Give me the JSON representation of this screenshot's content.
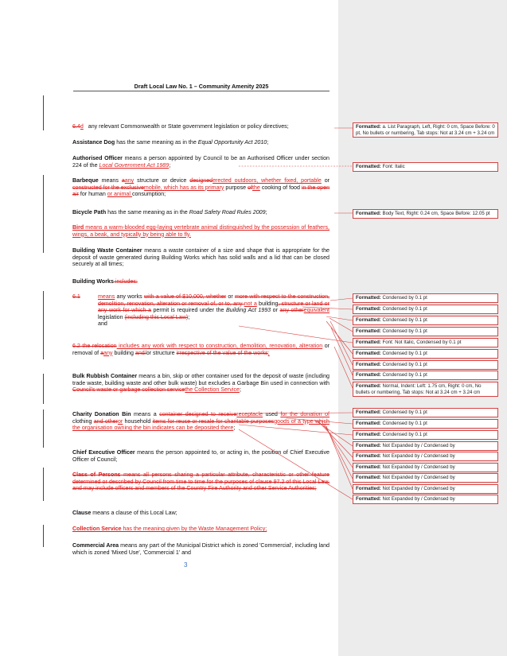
{
  "document": {
    "header": "Draft Local Law No. 1 – Community Amenity 2025",
    "page_number": "3"
  },
  "paragraphs": {
    "p1": {
      "num_del": "6.4",
      "num_ins": "d",
      "text": "any relevant Commonwealth or State government legislation or policy directives;"
    },
    "p2": {
      "term": "Assistance Dog",
      "text": " has the same meaning as in the ",
      "act": "Equal Opportunity Act 2010",
      "end": ";"
    },
    "p3": {
      "term": "Authorised Officer",
      "text": " means a person appointed by Council to be an Authorised Officer under section 224 of the ",
      "act": "Local Government Act 1989",
      "end": ";"
    },
    "p4": {
      "term": "Barbeque",
      "a": " means ",
      "d1": "a",
      "i1": "any",
      "b": " structure or device ",
      "d2": "designed",
      "i2": "erected outdoors, whether fixed, portable",
      "c": " or ",
      "d3": "constructed for the exclusive",
      "i3": "mobile, which has as its primary",
      "d": " purpose ",
      "d4": "of",
      "i4": "the",
      "e": " cooking of food ",
      "d5": "in the open air",
      "f": " for human ",
      "i5": "or animal ",
      "g": "consumption;"
    },
    "p5": {
      "term": "Bicycle Path",
      "text": " has the same meaning as in the ",
      "act": "Road Safety Road Rules 2009",
      "end": ";"
    },
    "p6": {
      "term": "Bird",
      "text": " means a warm-blooded egg-laying vertebrate animal distinguished by the possession of feathers, wings, a beak, and typically by being able to fly."
    },
    "p7": {
      "term": "Building Waste Container",
      "text": " means a waste container of a size and shape that is appropriate for the deposit of waste generated during Building Works which has solid walls and a lid that can be closed securely at all times;"
    },
    "p8": {
      "term": "Building Works",
      "del": " includes:"
    },
    "p9": {
      "num": "6.1",
      "i1": "means",
      "a": " any works ",
      "d1": "with a value of $10,000, whether",
      "b": " or ",
      "d2": "more with respect to the construction, demolition, renovation, alteration or removal of, or to, any ",
      "i2": "not a",
      "c": " building",
      "d3": ", structure or land or any work for which a",
      "d": " permit is required under the ",
      "act": "Building Act 1993",
      "e": " or ",
      "d4": "any other",
      "i3": "equivalent",
      "f": " legislation ",
      "d5": "(including this Local Law)",
      "g": ";",
      "h": " and"
    },
    "p10": {
      "num": "6.2",
      "d1": " the relocation",
      "i1": " includes any work with respect to construction, demolition, renovation, alteration",
      "a": " or removal of ",
      "d2": "a",
      "i2": "any",
      "b": " building ",
      "d3": "and/",
      "c": "or structure ",
      "d4": "irrespective of the value of the works",
      "i3": ";"
    },
    "p11": {
      "term": "Bulk Rubbish Container",
      "text": " means a bin, skip or other container used for the deposit of waste (including trade waste, building waste and other bulk waste) but excludes a Garbage Bin used in connection with ",
      "del": "Council's waste or garbage collection service",
      "ins": "the Collection Service",
      "end": ";"
    },
    "p12": {
      "term": "Charity Donation Bin",
      "a": " means a ",
      "d1": "container designed to receive",
      "i1": "receptacle",
      "b": " used ",
      "i2": "for the donation of",
      "c": " clothing ",
      "d2": "and other",
      "i3": "or",
      "d": " household ",
      "d3": "items for reuse or resale for charitable purposes",
      "i4": "goods of a type which the organisation owning the bin indicates can be deposited there",
      "e": ";"
    },
    "p13": {
      "term": "Chief Executive Officer",
      "text": " means the person appointed to, or acting in, the position of Chief Executive Officer of Council;"
    },
    "p14": {
      "term": "Class of Persons",
      "del": " means all persons sharing a particular attribute, characteristic or other feature determined or described by Council from time to time for the purposes of clause 97.2 of this Local Law, and may include officers and members of the Country Fire Authority and other Service Authorities;"
    },
    "p15": {
      "term": "Clause",
      "text": " means a clause of this Local Law;"
    },
    "p16": {
      "term": "Collection Service",
      "text": " has the meaning given by the Waste Management Policy;"
    },
    "p17": {
      "term": "Commercial Area",
      "text": " means any part of the Municipal District which is zoned 'Commercial', including land which is zoned 'Mixed Use', 'Commercial 1' and"
    }
  },
  "comments": [
    {
      "label": "Formatted:",
      "text": " a. List Paragraph, Left, Right:  0 cm, Space Before:  0 pt,  No bullets or numbering, Tab stops: Not at  3.24 cm +  3.24 cm"
    },
    {
      "label": "Formatted:",
      "text": " Font: Italic"
    },
    {
      "label": "Formatted:",
      "text": " Body Text, Right:  0.24 cm, Space Before: 12.05 pt"
    },
    {
      "label": "Formatted:",
      "text": " Condensed by  0.1 pt"
    },
    {
      "label": "Formatted:",
      "text": " Condensed by  0.1 pt"
    },
    {
      "label": "Formatted:",
      "text": " Condensed by  0.1 pt"
    },
    {
      "label": "Formatted:",
      "text": " Condensed by  0.1 pt"
    },
    {
      "label": "Formatted:",
      "text": " Font: Not Italic, Condensed by  0.1 pt"
    },
    {
      "label": "Formatted:",
      "text": " Condensed by  0.1 pt"
    },
    {
      "label": "Formatted:",
      "text": " Condensed by  0.1 pt"
    },
    {
      "label": "Formatted:",
      "text": " Condensed by  0.1 pt"
    },
    {
      "label": "Formatted:",
      "text": " Normal, Indent: Left:  1.75 cm, Right:  0 cm, No bullets or numbering, Tab stops: Not at  3.24 cm + 3.24 cm"
    },
    {
      "label": "Formatted:",
      "text": " Condensed by  0.1 pt"
    },
    {
      "label": "Formatted:",
      "text": " Condensed by  0.1 pt"
    },
    {
      "label": "Formatted:",
      "text": " Condensed by  0.1 pt"
    },
    {
      "label": "Formatted:",
      "text": " Not Expanded by / Condensed by"
    },
    {
      "label": "Formatted:",
      "text": " Not Expanded by / Condensed by"
    },
    {
      "label": "Formatted:",
      "text": " Not Expanded by / Condensed by"
    },
    {
      "label": "Formatted:",
      "text": " Not Expanded by / Condensed by"
    },
    {
      "label": "Formatted:",
      "text": " Not Expanded by / Condensed by"
    },
    {
      "label": "Formatted:",
      "text": " Not Expanded by / Condensed by"
    }
  ],
  "colors": {
    "revision": "#e02020",
    "comment_border": "#d84040",
    "gutter": "#ececec",
    "page_number": "#3a6fc4"
  }
}
